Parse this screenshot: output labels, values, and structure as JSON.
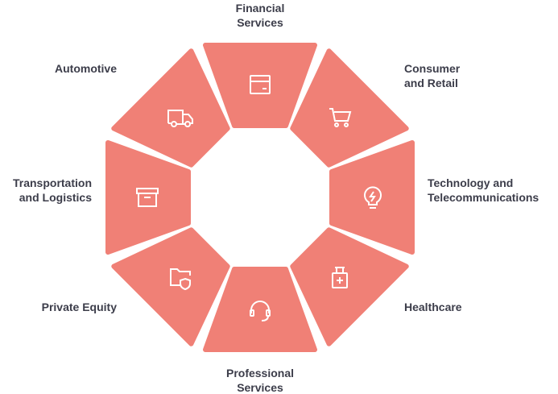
{
  "colors": {
    "segment": "#F08076",
    "icon": "#ffffff",
    "text": "#3c3d4a"
  },
  "segments": [
    {
      "label": "Financial\nServices",
      "icon": "credit-card-icon"
    },
    {
      "label": "Consumer\nand Retail",
      "icon": "shopping-cart-icon"
    },
    {
      "label": "Technology and\nTelecommunications",
      "icon": "lightbulb-bolt-icon"
    },
    {
      "label": "Healthcare",
      "icon": "medicine-bottle-icon"
    },
    {
      "label": "Professional\nServices",
      "icon": "headset-icon"
    },
    {
      "label": "Private Equity",
      "icon": "folder-shield-icon"
    },
    {
      "label": "Transportation\nand Logistics",
      "icon": "archive-box-icon"
    },
    {
      "label": "Automotive",
      "icon": "truck-icon"
    }
  ]
}
